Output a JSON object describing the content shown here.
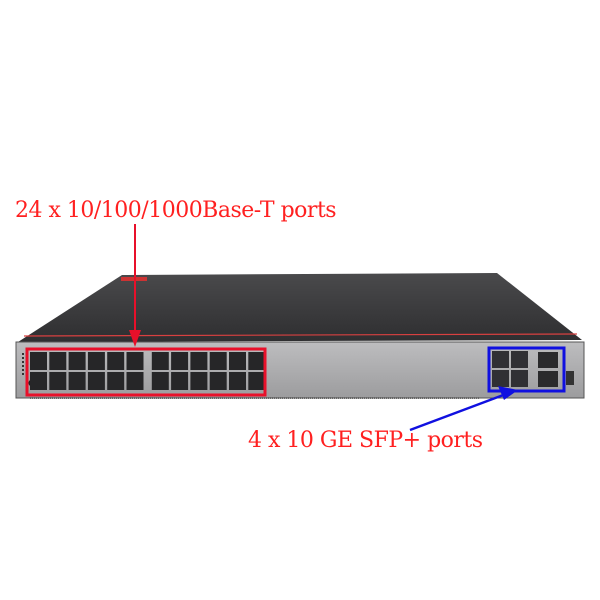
{
  "annotations": {
    "copper_ports": {
      "text": "24 x 10/100/1000Base-T ports",
      "color": "#ff2020"
    },
    "sfp_ports": {
      "text": "4 x 10 GE SFP+ ports",
      "color": "#ff2020"
    }
  },
  "colors": {
    "red_box": "#e8102a",
    "blue_box": "#1010e0",
    "chassis_top": "#3c3c3e",
    "front_panel": "#a9a9ab",
    "accent_stripe": "#d84040"
  },
  "ports": {
    "copper_count": 24,
    "sfp_count": 4,
    "uplink_rj45_count": 2
  }
}
